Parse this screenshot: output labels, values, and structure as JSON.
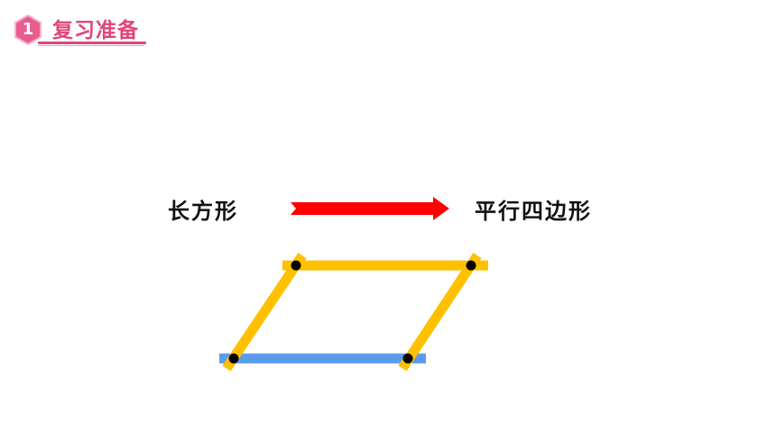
{
  "header": {
    "section_number": "1",
    "section_title": "复习准备",
    "accent_color": "#e0457b"
  },
  "transform": {
    "from_label": "长方形",
    "to_label": "平行四边形",
    "arrow_color": "#ff0000",
    "arrow_icon": "right-arrow-icon"
  },
  "figure": {
    "stick_color": "#ffc000",
    "base_stick_color": "#5b9bec",
    "joint_color": "#000000"
  }
}
